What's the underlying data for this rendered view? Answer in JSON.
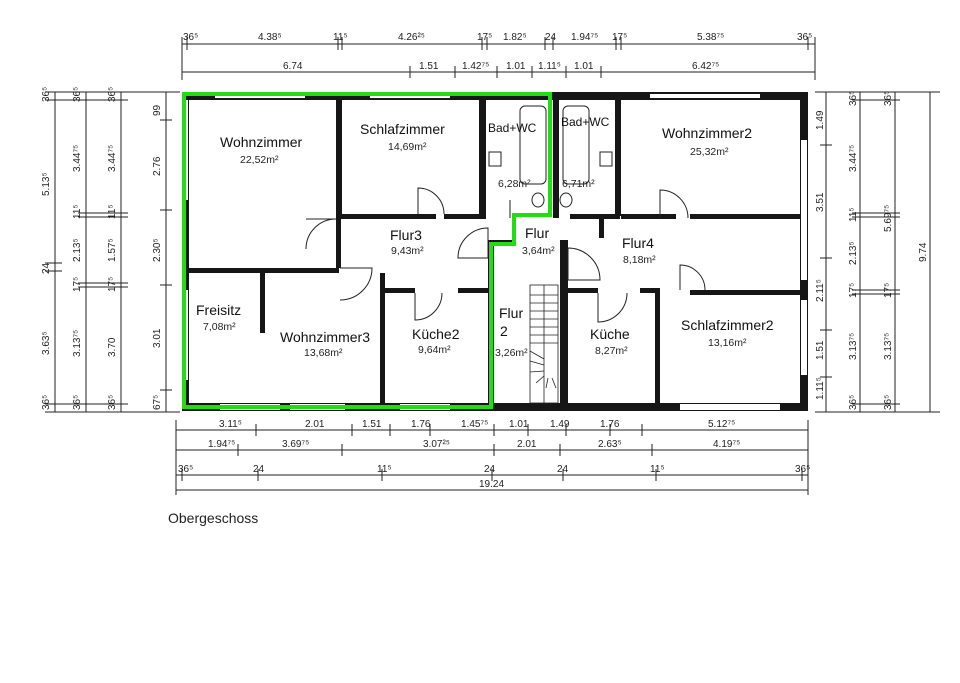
{
  "caption": "Obergeschoss",
  "highlight_color": "#22dd11",
  "rooms": {
    "wohnzimmer": {
      "name": "Wohnzimmer",
      "area": "22,52m²"
    },
    "schlafzimmer": {
      "name": "Schlafzimmer",
      "area": "14,69m²"
    },
    "bad1": {
      "name": "Bad+WC",
      "area": "6,28m²"
    },
    "bad2": {
      "name": "Bad+WC",
      "area": "6,71m²"
    },
    "wohnzimmer2": {
      "name": "Wohnzimmer2",
      "area": "25,32m²"
    },
    "flur3": {
      "name": "Flur3",
      "area": "9,43m²"
    },
    "flur": {
      "name": "Flur",
      "area": "3,64m²"
    },
    "flur4": {
      "name": "Flur4",
      "area": "8,18m²"
    },
    "freisitz": {
      "name": "Freisitz",
      "area": "7,08m²"
    },
    "wohnzimmer3": {
      "name": "Wohnzimmer3",
      "area": "13,68m²"
    },
    "kueche2": {
      "name": "Küche2",
      "area": "9,64m²"
    },
    "flur2": {
      "name": "Flur",
      "name2": "2",
      "area": "3,26m²"
    },
    "kueche": {
      "name": "Küche",
      "area": "8,27m²"
    },
    "schlafzimmer2": {
      "name": "Schlafzimmer2",
      "area": "13,16m²"
    }
  },
  "dims_top1": [
    "36⁵",
    "4.38⁵",
    "11⁵",
    "4.26²⁵",
    "17⁵",
    "1.82⁵",
    "24",
    "1.94⁷⁵",
    "17⁵",
    "5.38⁷⁵",
    "36⁵"
  ],
  "dims_top2": [
    "6.74",
    "1.51",
    "1.42⁷⁵",
    "1.01",
    "1.11⁵",
    "1.01",
    "6.42⁷⁵"
  ],
  "dims_bottom1": [
    "3.11⁵",
    "2.01",
    "1.51",
    "1.76",
    "1.45⁷⁵",
    "1.01",
    "1.49",
    "1.76",
    "5.12⁷⁵"
  ],
  "dims_bottom2": [
    "1.94⁷⁵",
    "3.69⁷⁵",
    "3.07²⁵",
    "2.01",
    "2.63⁵",
    "4.19⁷⁵"
  ],
  "dims_bottom3": [
    "36⁵",
    "24",
    "11⁵",
    "24",
    "24",
    "11⁵",
    "36⁵"
  ],
  "dims_total": "19.24",
  "dims_left1": [
    "36⁵",
    "5.13⁵",
    "24",
    "3.63⁵",
    "36⁵"
  ],
  "dims_left2": [
    "36⁵",
    "3.44⁷⁵",
    "11⁵",
    "2.13⁵",
    "17⁵",
    "3.13⁷⁵",
    "36⁵"
  ],
  "dims_left3": [
    "36⁵",
    "3.44⁷⁵",
    "11⁵",
    "1.57⁵",
    "17⁵",
    "3.70",
    "36⁵"
  ],
  "dims_left4": [
    "99",
    "2.76",
    "2.30⁵",
    "3.01",
    "67⁵"
  ],
  "dims_right1": [
    "1.49",
    "3.51",
    "2.11⁵",
    "1.51",
    "1.11⁵"
  ],
  "dims_right2": [
    "36⁵",
    "3.44⁷⁵",
    "11⁵",
    "2.13⁵",
    "17⁵",
    "3.13⁷⁵",
    "36⁵"
  ],
  "dims_right3": [
    "36⁵",
    "5.69⁷⁵",
    "17⁵",
    "3.13⁷⁵",
    "36⁵"
  ],
  "dims_right4": [
    "9.74"
  ]
}
